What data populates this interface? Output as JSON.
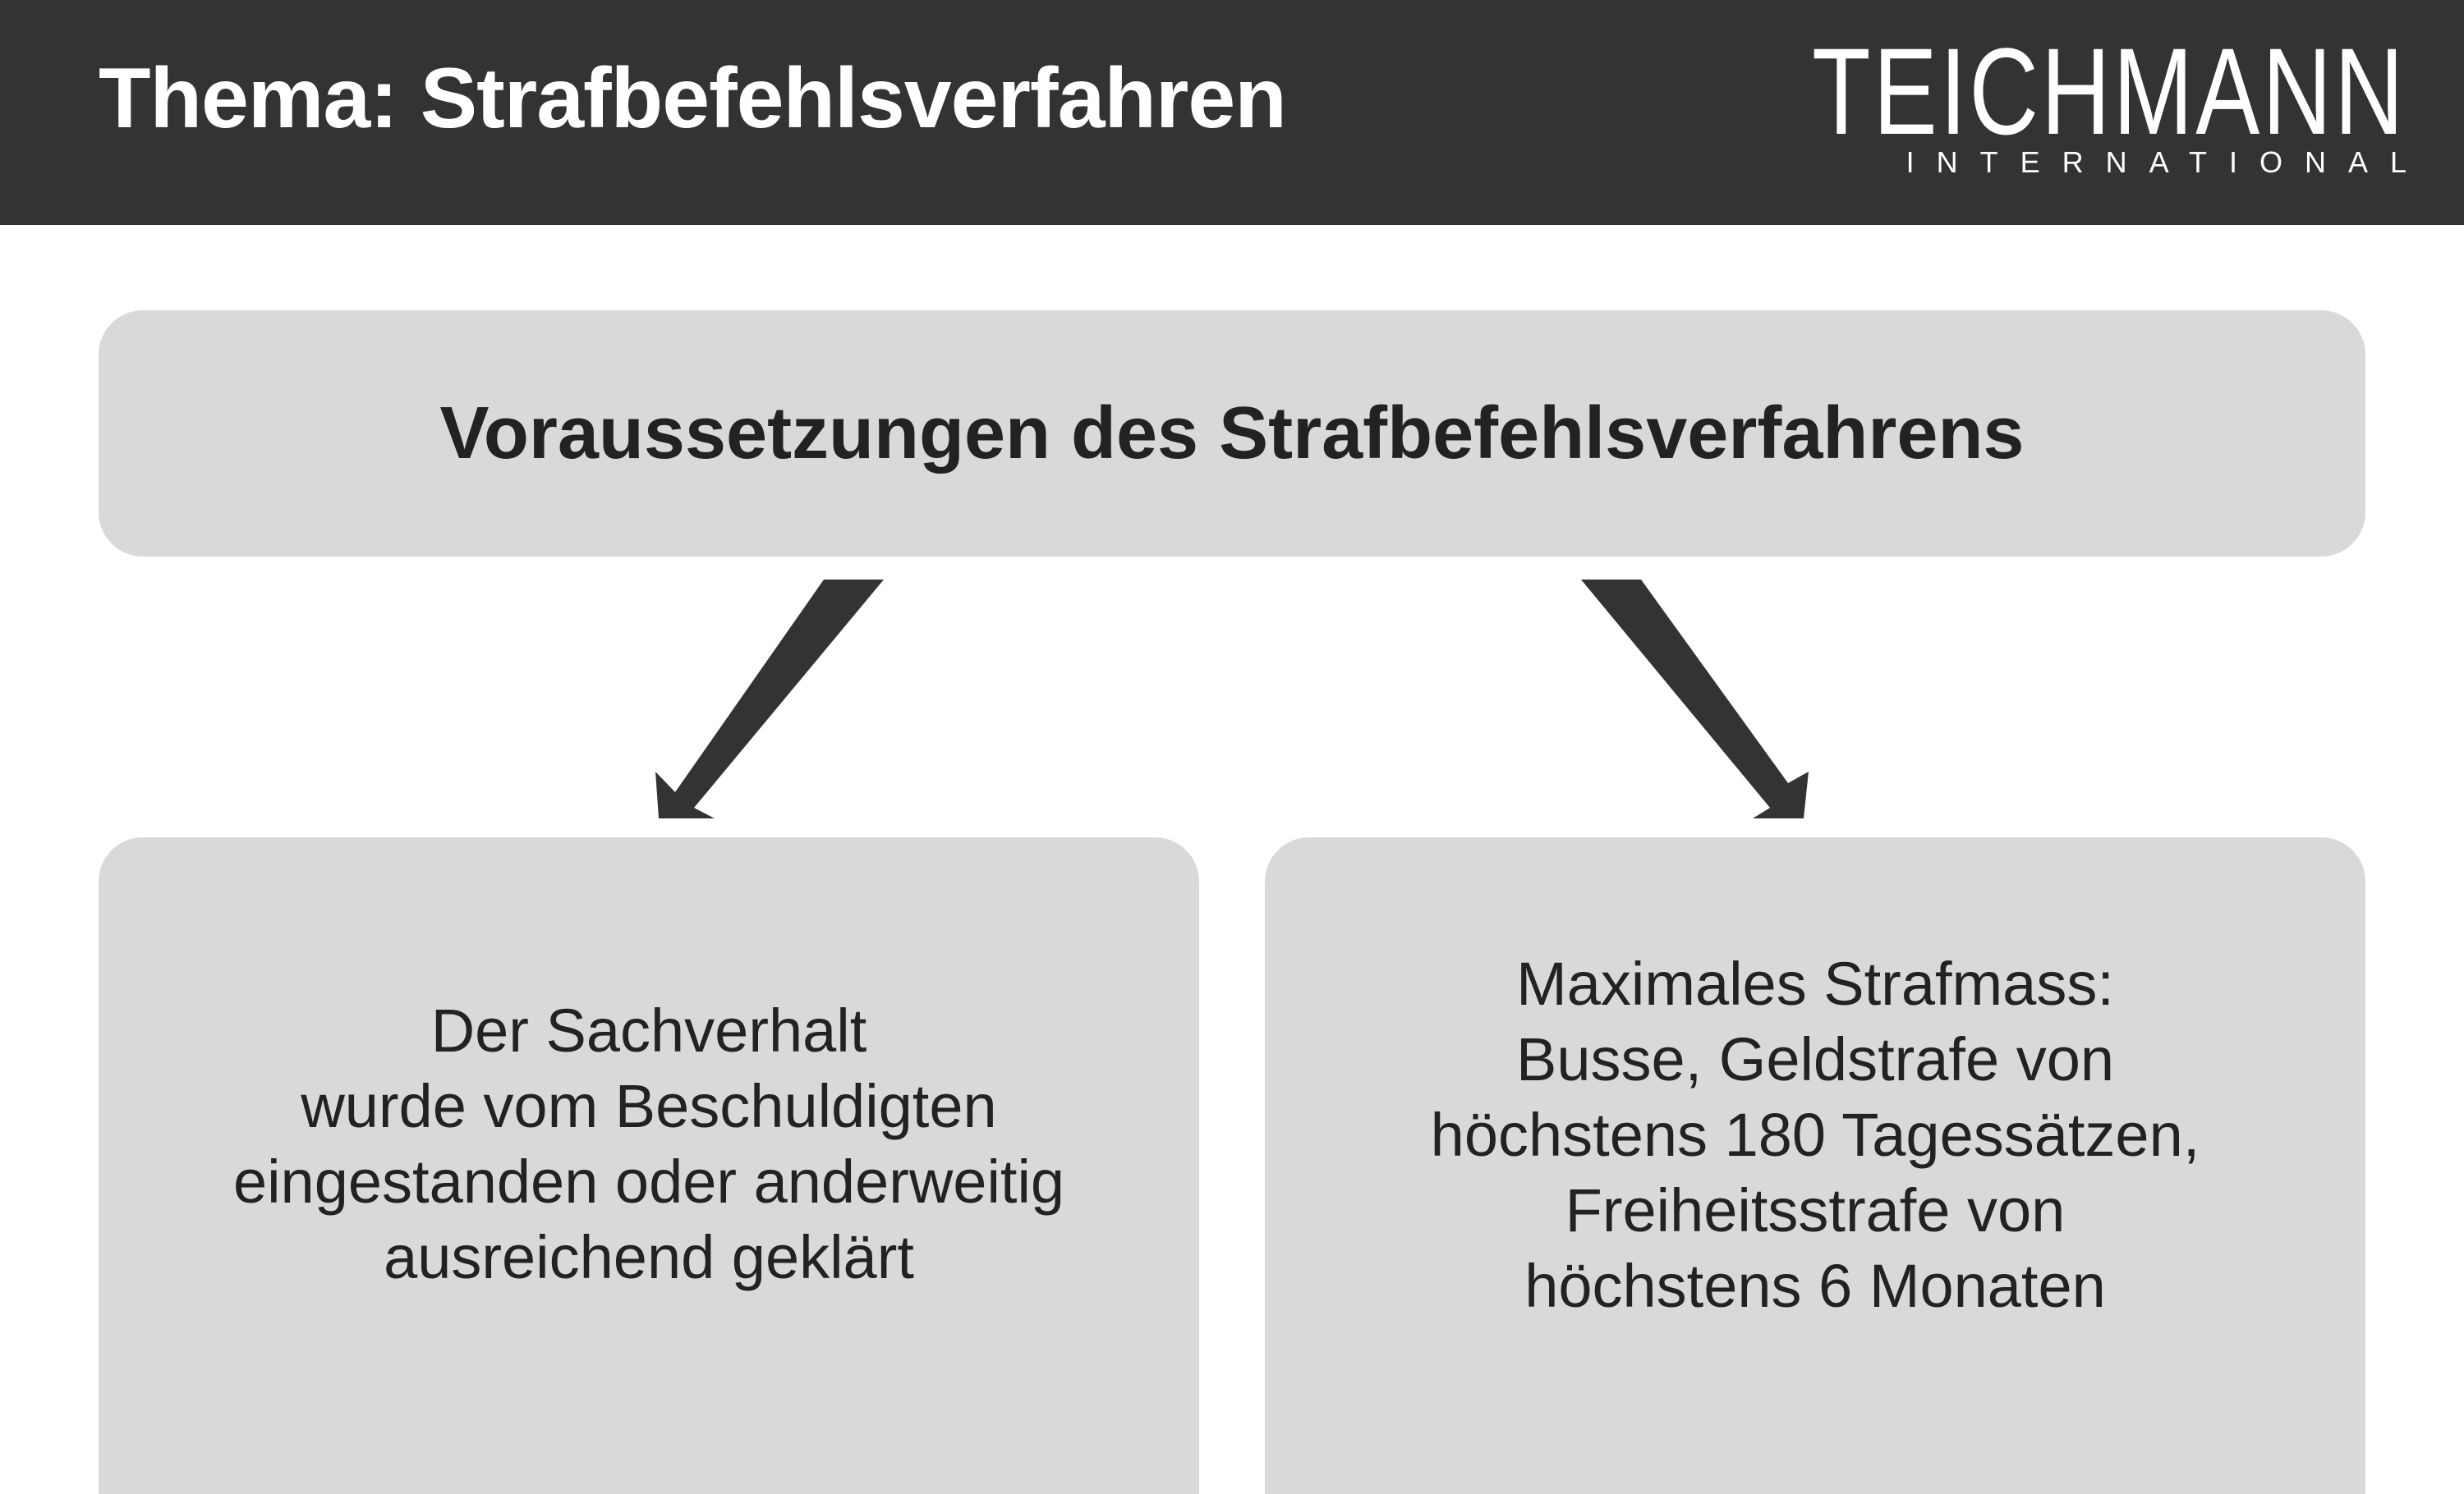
{
  "header": {
    "title": "Thema: Strafbefehlsverfahren",
    "background_color": "#333333"
  },
  "logo": {
    "name": "TEICHMANN",
    "subtitle": "INTERNATIONAL"
  },
  "diagram": {
    "root": {
      "label": "Voraussetzungen des Strafbefehlsverfahrens"
    },
    "children": [
      {
        "label": "Der Sachverhalt\nwurde vom Beschuldigten\neingestanden oder anderweitig\nausreichend geklärt"
      },
      {
        "label": "Maximales Strafmass:\nBusse, Geldstrafe von\nhöchstens 180 Tagessätzen,\nFreiheitsstrafe von\nhöchstens 6 Monaten"
      }
    ],
    "box_color": "#d9d9d9",
    "arrow_color": "#333333"
  }
}
